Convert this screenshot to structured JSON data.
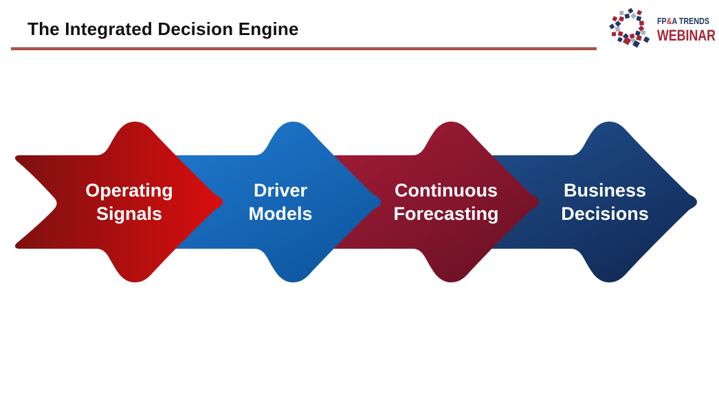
{
  "slide": {
    "title": "The Integrated Decision Engine",
    "title_color": "#121212",
    "underline_color": "#A5402F",
    "background": "#FFFFFF"
  },
  "logo": {
    "brand_first": "FP",
    "brand_amp": "&",
    "brand_rest": "A TRENDS",
    "brand_sub": "WEBINAR",
    "colors": {
      "navy": "#1F3864",
      "crimson": "#A22638",
      "silver": "#A8B0BC"
    }
  },
  "process": {
    "type": "arrow-flow",
    "direction": "left-to-right",
    "steps": [
      {
        "label": "Operating\nSignals",
        "color_start": "#7E1010",
        "color_end": "#D80E0E"
      },
      {
        "label": "Driver\nModels",
        "color_start": "#207AD0",
        "color_end": "#0F57A0"
      },
      {
        "label": "Continuous\nForecasting",
        "color_start": "#A51C38",
        "color_end": "#6B1124"
      },
      {
        "label": "Business\nDecisions",
        "color_start": "#20508F",
        "color_end": "#122C59"
      }
    ]
  }
}
